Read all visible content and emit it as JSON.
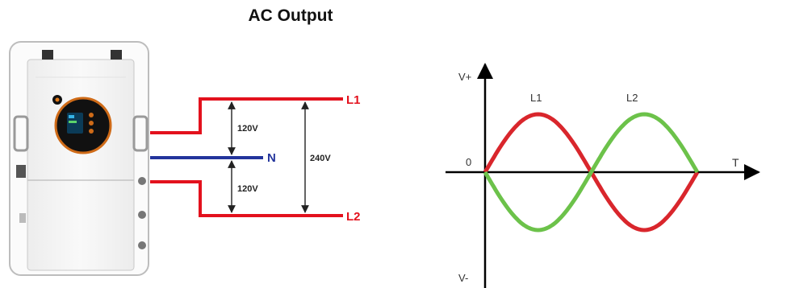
{
  "title": "AC Output",
  "wiring": {
    "lines": [
      "L1",
      "N",
      "L2"
    ],
    "voltage_l1_n": "120V",
    "voltage_n_l2": "120V",
    "voltage_l1_l2": "240V"
  },
  "waveform": {
    "y_top_label": "V+",
    "y_bottom_label": "V-",
    "origin_label": "0",
    "x_label": "T",
    "series": [
      {
        "name": "L1",
        "color": "#d9262c"
      },
      {
        "name": "L2",
        "color": "#6cc24a"
      }
    ]
  },
  "colors": {
    "hot_wire": "#e3111d",
    "neutral_wire": "#23349c"
  }
}
